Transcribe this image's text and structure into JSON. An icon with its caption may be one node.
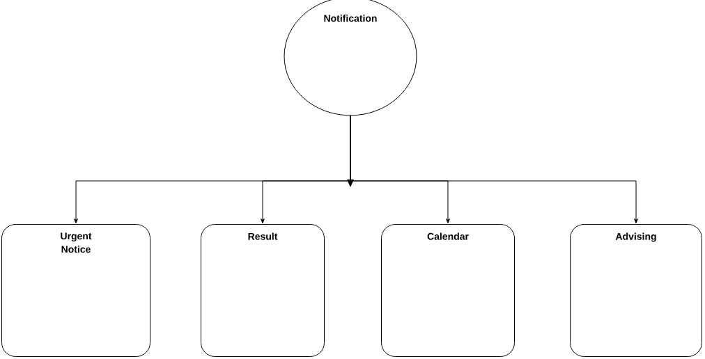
{
  "diagram": {
    "nodes": [
      {
        "text": [
          "Notification"
        ]
      },
      {
        "text": [
          "Urgent Notice"
        ]
      },
      {
        "text": [
          "Result"
        ]
      },
      {
        "text": [
          "Calendar"
        ]
      },
      {
        "text": [
          "Advising"
        ]
      }
    ],
    "edges": [
      {
        "from": 0,
        "to": 1,
        "arrow": "to"
      },
      {
        "from": 0,
        "to": 2,
        "arrow": "to"
      },
      {
        "from": 0,
        "to": 3,
        "arrow": "to"
      },
      {
        "from": 0,
        "to": 4,
        "arrow": "to"
      }
    ]
  }
}
